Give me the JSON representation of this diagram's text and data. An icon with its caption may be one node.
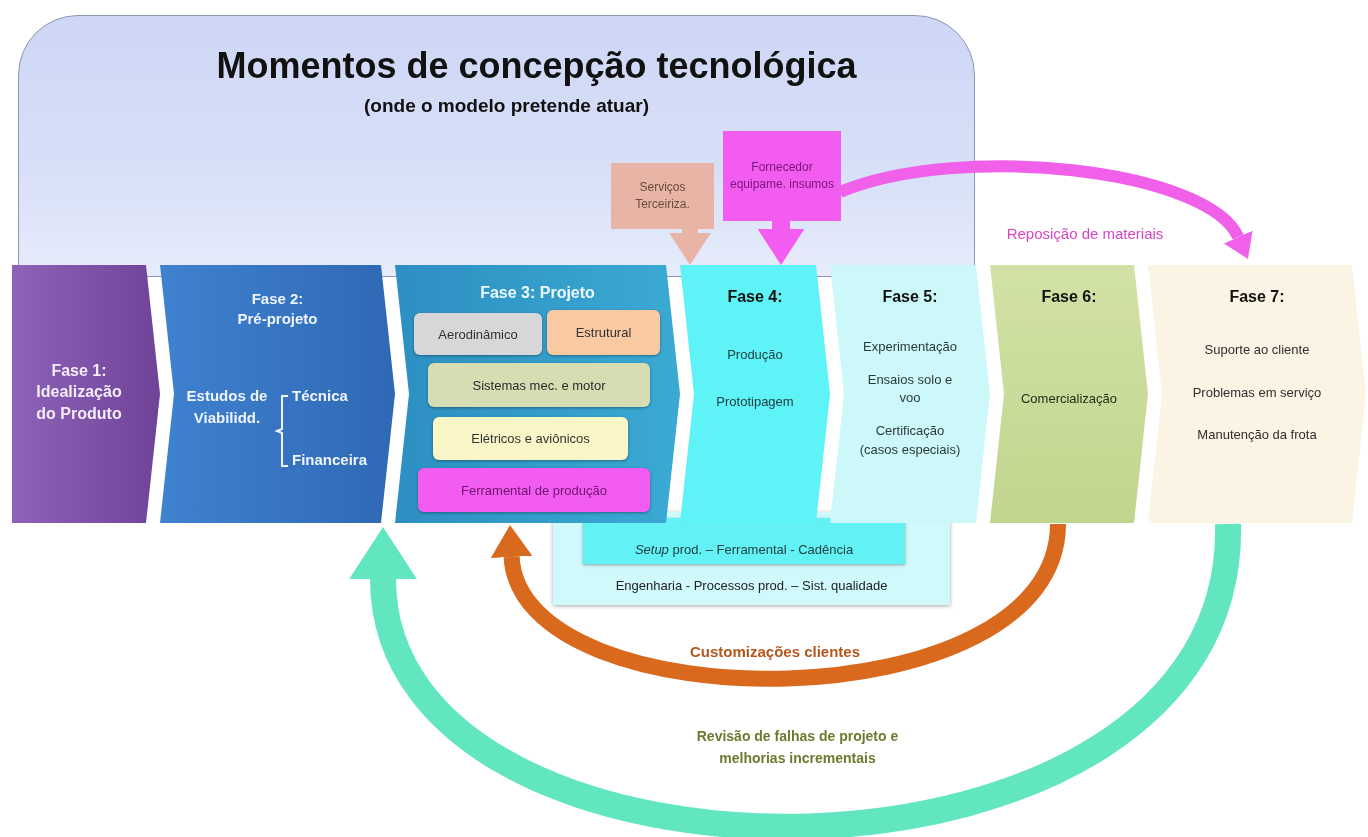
{
  "diagram": {
    "nodes": [
      {
        "text": [
          "Momentos de concepção tecnológica",
          "(onde o modelo pretende atuar)"
        ]
      },
      {
        "text": [
          "Fase 1: Idealização do Produto"
        ]
      },
      {
        "text": [
          "Fase 2: Pré-projeto",
          "Estudos de Viabilidd.",
          "Técnica",
          "Financeira"
        ]
      },
      {
        "text": [
          "Fase 3: Projeto"
        ]
      },
      {
        "text": [
          "Aerodinâmico"
        ],
        "in": 3
      },
      {
        "text": [
          "Estrutural"
        ],
        "in": 3
      },
      {
        "text": [
          "Sistemas mec. e motor"
        ],
        "in": 3
      },
      {
        "text": [
          "Elétricos e aviônicos"
        ],
        "in": 3
      },
      {
        "text": [
          "Ferramental de produção"
        ],
        "in": 3
      },
      {
        "text": [
          "Fase 4:",
          "Produção",
          "Prototipagem"
        ]
      },
      {
        "text": [
          "Fase 5:",
          "Experimentação",
          "Ensaios solo e voo",
          "Certificação (casos especiais)"
        ]
      },
      {
        "text": [
          "Fase 6:",
          "Comercialização"
        ]
      },
      {
        "text": [
          "Fase 7:",
          "Suporte ao cliente",
          "Problemas em serviço",
          "Manutenção da frota"
        ]
      },
      {
        "text": [
          "Serviços Terceiriza."
        ],
        "in": 0
      },
      {
        "text": [
          "Fornecedor equipame. insumos"
        ],
        "in": 0
      },
      {
        "text": [
          "Engenharia - Processos prod. – Sist. qualidade"
        ]
      },
      {
        "text": [
          "*Setup* prod. – Ferramental - Cadência"
        ],
        "in": 15
      }
    ],
    "edges": [
      {
        "from": 13,
        "to": 9,
        "arrow": "to",
        "color": "#e8b4a6"
      },
      {
        "from": 14,
        "to": 9,
        "arrow": "to",
        "color": "#f25cf0"
      },
      {
        "from": 14,
        "to": 12,
        "arrow": "to",
        "label": "Reposição de materiais",
        "color": "#f060e8"
      },
      {
        "from": 11,
        "to": 3,
        "arrow": "to",
        "label": "Customizações clientes",
        "color": "#d9691c"
      },
      {
        "from": 12,
        "to": 2,
        "arrow": "to",
        "label": "Revisão de falhas de projeto e melhorias incrementais",
        "color": "#62e6c0"
      }
    ]
  }
}
